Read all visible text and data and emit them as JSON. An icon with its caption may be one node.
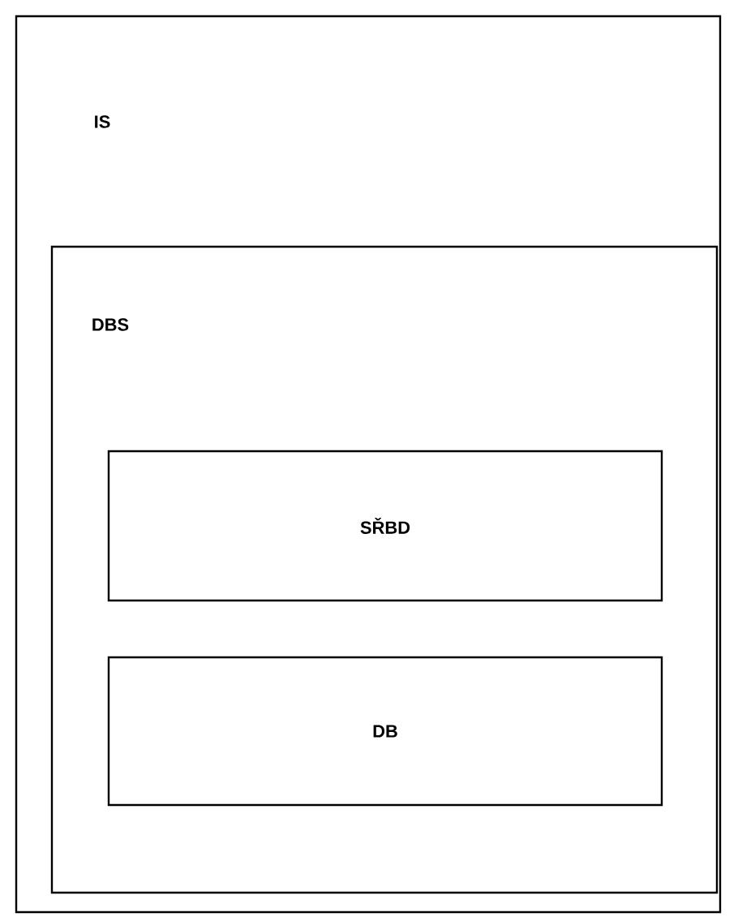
{
  "diagram": {
    "nodes": [
      {
        "text": [
          "IS"
        ]
      },
      {
        "text": [
          "DBS"
        ],
        "in": 0
      },
      {
        "text": [
          "SŘBD"
        ],
        "in": 1
      },
      {
        "text": [
          "DB"
        ],
        "in": 1
      }
    ]
  }
}
